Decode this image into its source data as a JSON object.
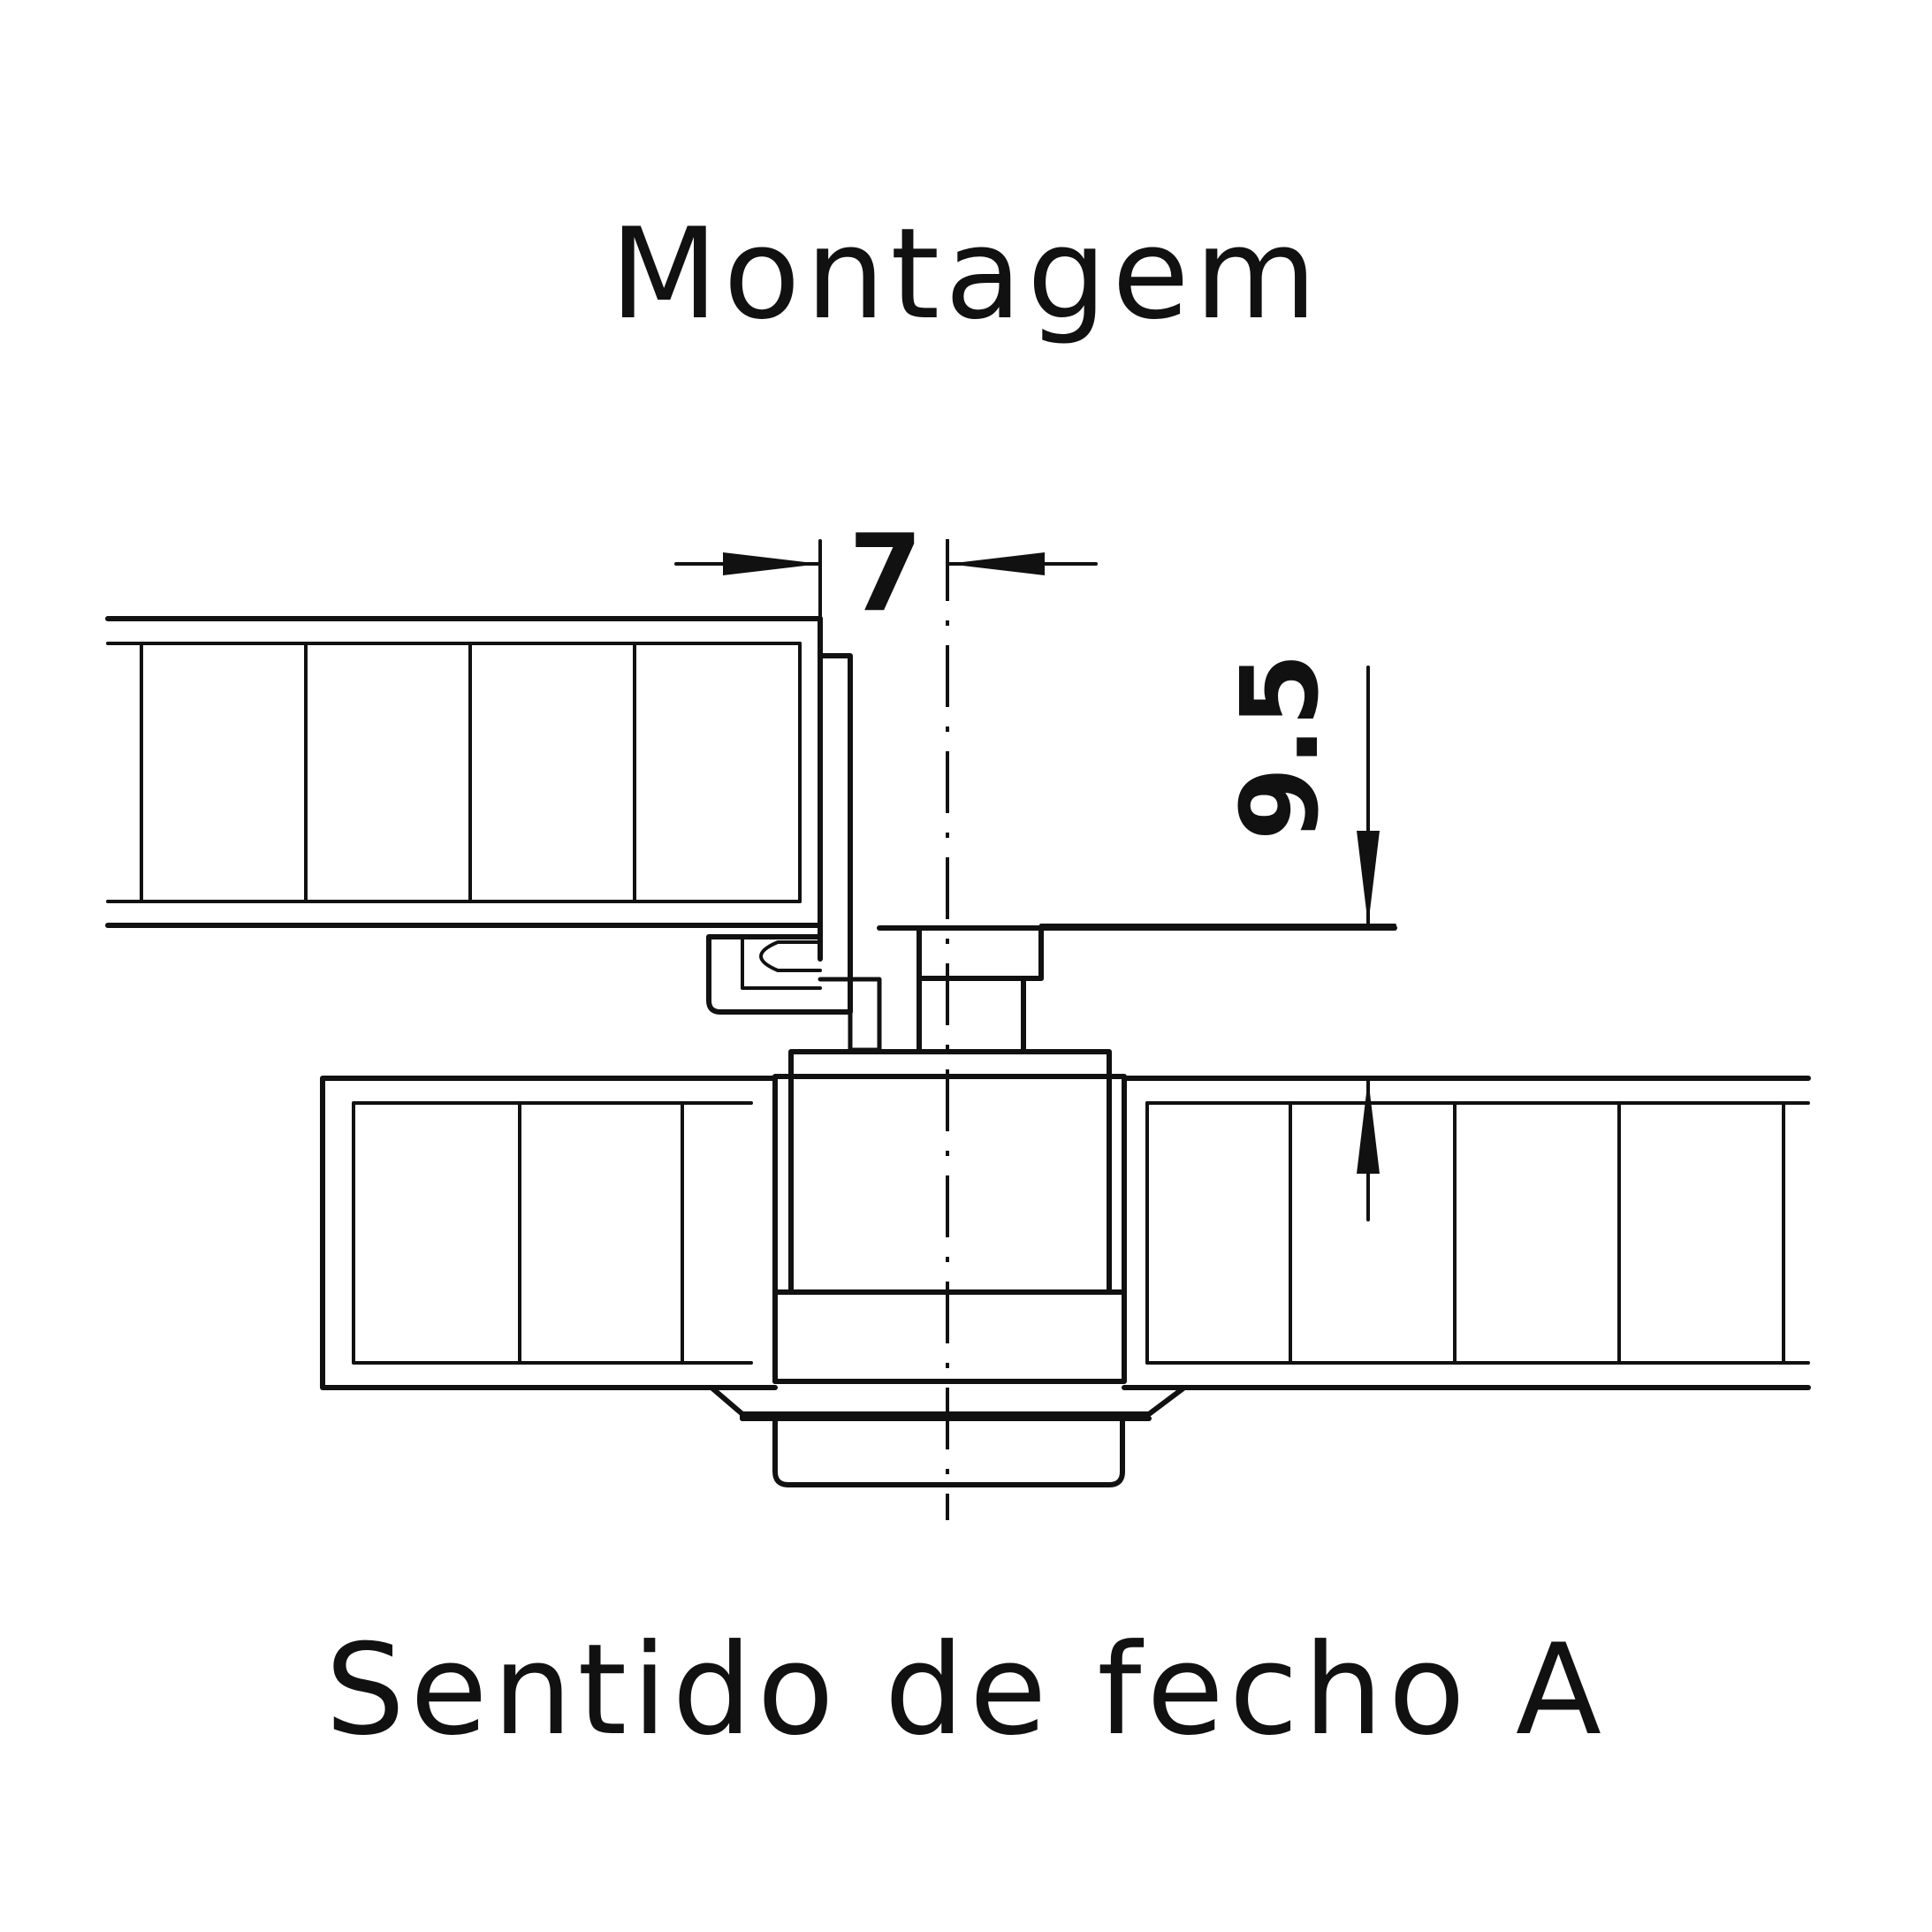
{
  "header": {
    "title": "Montagem"
  },
  "footer": {
    "caption": "Sentido de fecho A"
  },
  "dimensions": {
    "offset": "7",
    "height": "9.5"
  },
  "colors": {
    "line": "#111111",
    "background": "#ffffff"
  }
}
